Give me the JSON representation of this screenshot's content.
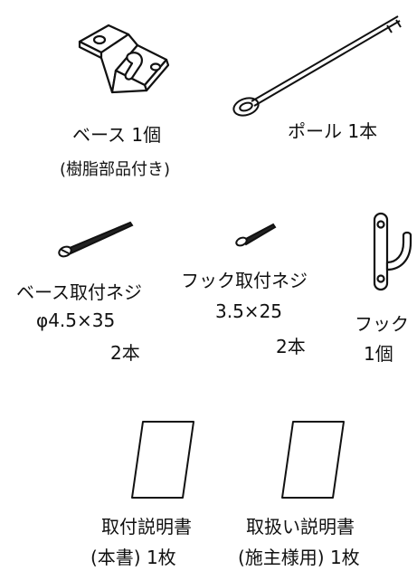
{
  "parts": {
    "base": {
      "name": "ベース 1個",
      "note": "(樹脂部品付き)",
      "icon": "base-bracket-icon"
    },
    "pole": {
      "name": "ポール 1本",
      "icon": "pole-icon"
    },
    "base_screw": {
      "name": "ベース取付ネジ",
      "size": "φ4.5×35",
      "qty": "2本",
      "icon": "long-screw-icon"
    },
    "hook_screw": {
      "name": "フック取付ネジ",
      "size": "3.5×25",
      "qty": "2本",
      "icon": "short-screw-icon"
    },
    "hook": {
      "name": "フック",
      "qty": "1個",
      "icon": "hook-icon"
    },
    "install_manual": {
      "name": "取付説明書",
      "note": "(本書) 1枚",
      "icon": "sheet-icon"
    },
    "owner_manual": {
      "name": "取扱い説明書",
      "note": "(施主様用) 1枚",
      "icon": "sheet-icon"
    }
  }
}
